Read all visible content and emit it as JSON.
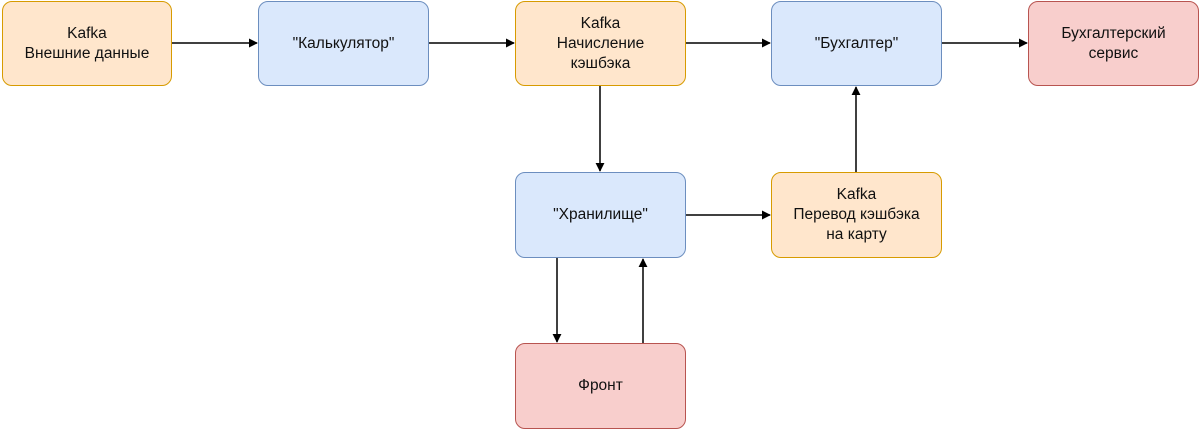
{
  "diagram": {
    "nodes": {
      "kafka_external": {
        "label": "Kafka\nВнешние данные",
        "color": "#ffe6cc"
      },
      "calculator": {
        "label": "\"Калькулятор\"",
        "color": "#dae8fc"
      },
      "kafka_accrual": {
        "label": "Kafka\nНачисление\nкэшбэка",
        "color": "#ffe6cc"
      },
      "accountant": {
        "label": "\"Бухгалтер\"",
        "color": "#dae8fc"
      },
      "accounting_service": {
        "label": "Бухгалтерский\nсервис",
        "color": "#f8cecc"
      },
      "storage": {
        "label": "\"Хранилище\"",
        "color": "#dae8fc"
      },
      "kafka_transfer": {
        "label": "Kafka\nПеревод кэшбэка\nна карту",
        "color": "#ffe6cc"
      },
      "front": {
        "label": "Фронт",
        "color": "#f8cecc"
      }
    },
    "edges": [
      {
        "from": "kafka_external",
        "to": "calculator"
      },
      {
        "from": "calculator",
        "to": "kafka_accrual"
      },
      {
        "from": "kafka_accrual",
        "to": "accountant"
      },
      {
        "from": "accountant",
        "to": "accounting_service"
      },
      {
        "from": "kafka_accrual",
        "to": "storage"
      },
      {
        "from": "storage",
        "to": "kafka_transfer"
      },
      {
        "from": "kafka_transfer",
        "to": "accountant"
      },
      {
        "from": "storage",
        "to": "front"
      },
      {
        "from": "front",
        "to": "storage"
      }
    ]
  }
}
